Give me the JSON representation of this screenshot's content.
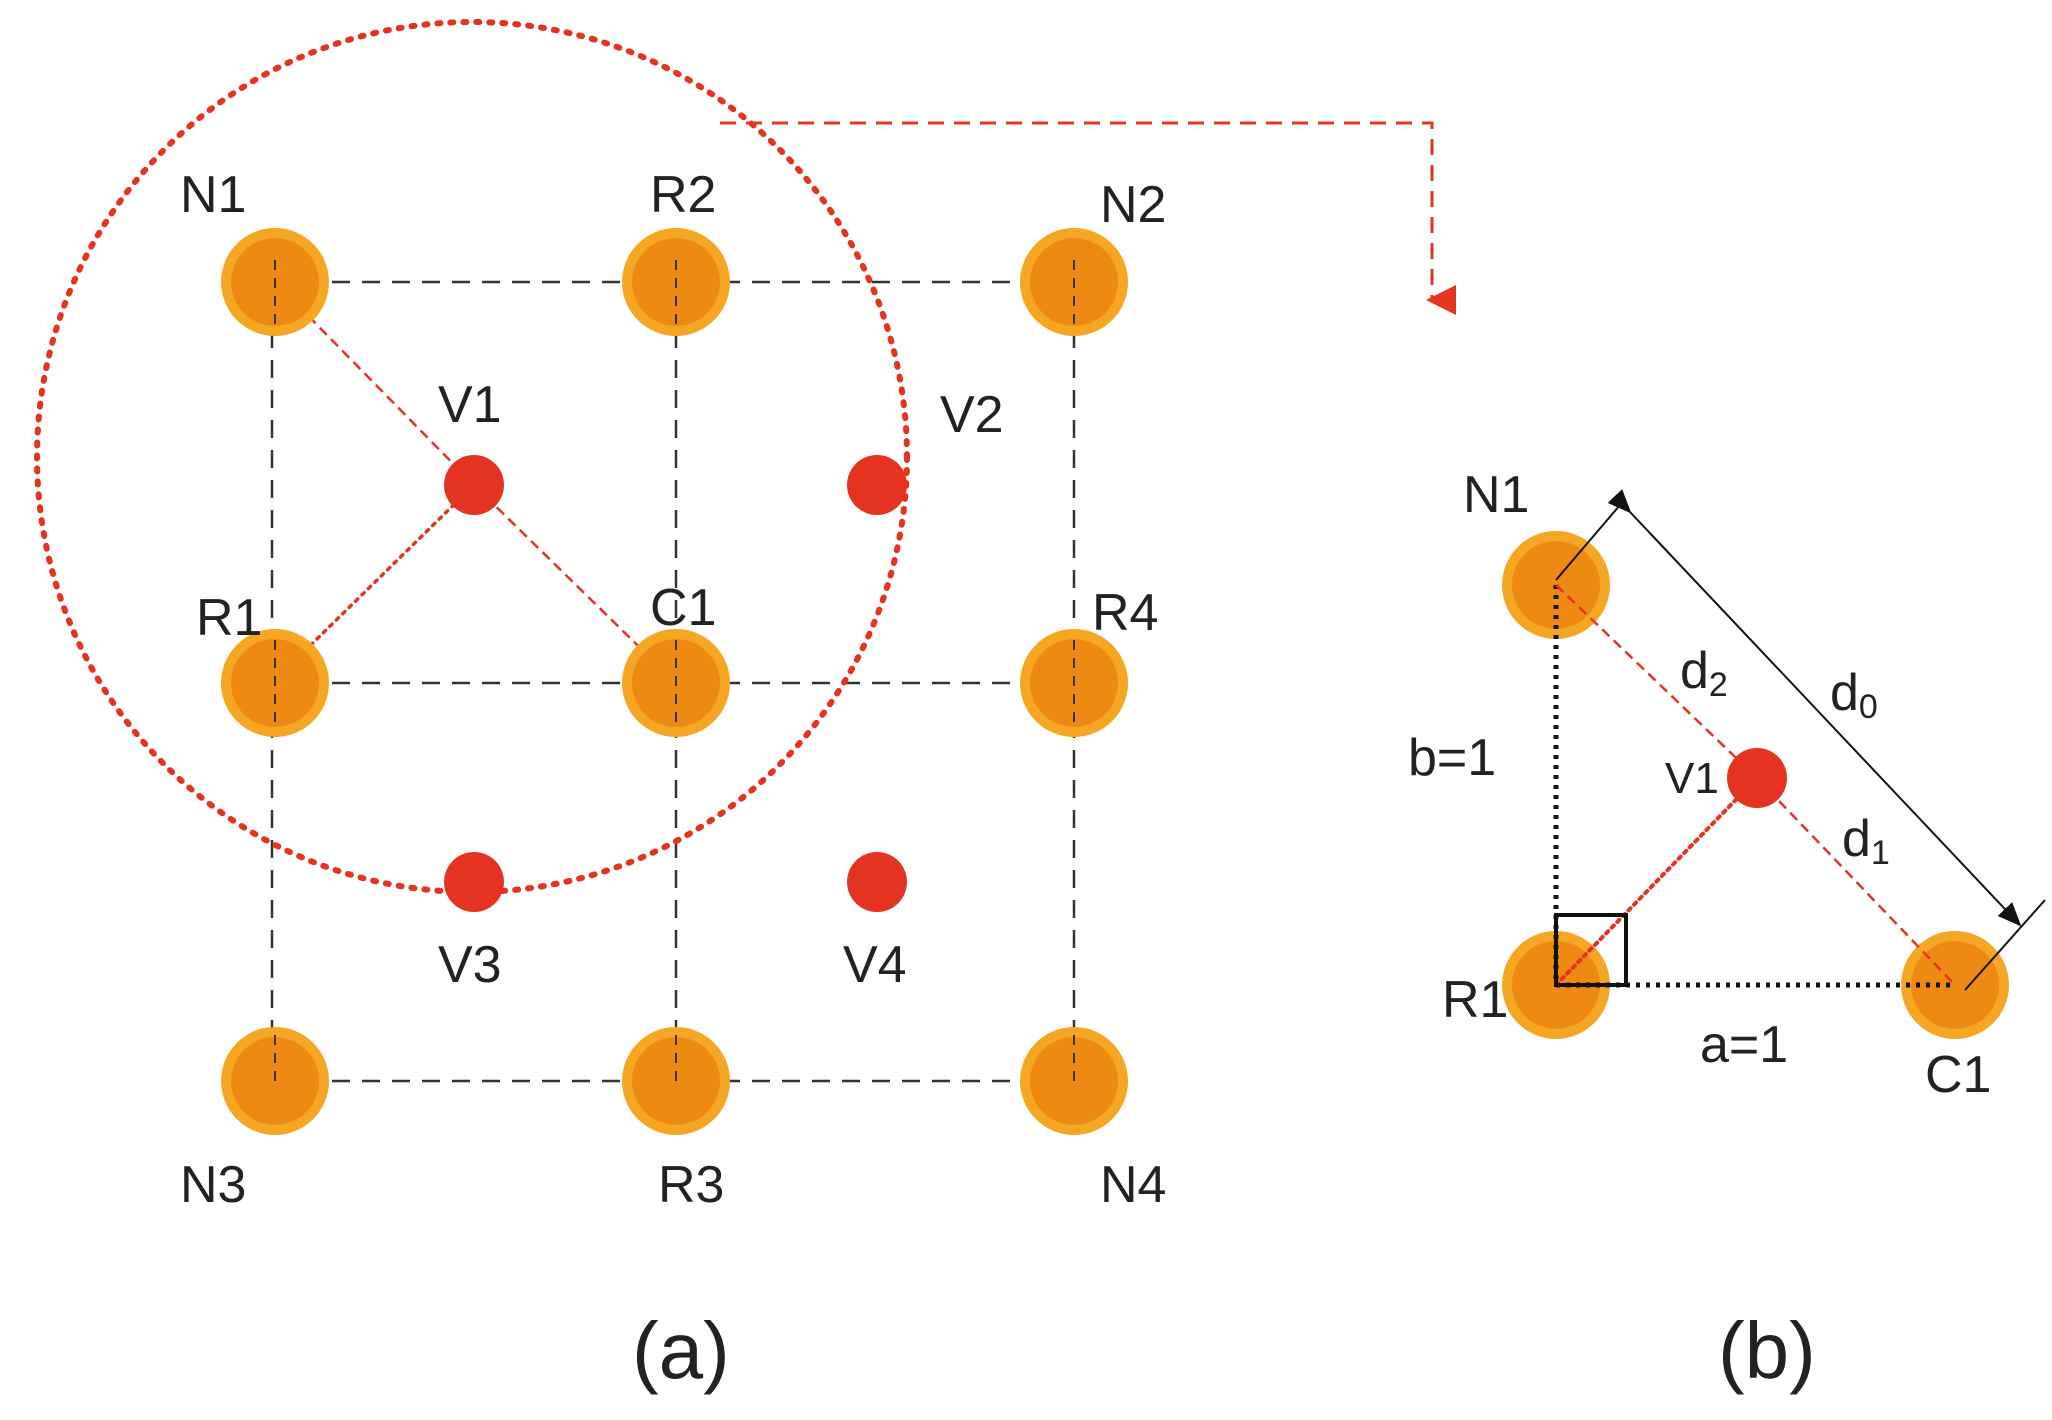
{
  "colors": {
    "node_outer": "#F5A623",
    "node_inner": "#EE8A12",
    "vacancy": "#E53321",
    "grid_line": "#333333",
    "red_dashed": "#E53321",
    "black": "#111111"
  },
  "panel_a": {
    "caption": "(a)",
    "labels": {
      "N1": "N1",
      "R2": "R2",
      "N2": "N2",
      "V1": "V1",
      "V2": "V2",
      "R1": "R1",
      "C1": "C1",
      "R4": "R4",
      "V3": "V3",
      "V4": "V4",
      "N3": "N3",
      "R3": "R3",
      "N4": "N4"
    }
  },
  "panel_b": {
    "caption": "(b)",
    "labels": {
      "N1": "N1",
      "R1": "R1",
      "C1": "C1",
      "V1": "V1",
      "b": "b=1",
      "a": "a=1",
      "d2_main": "d",
      "d2_sub": "2",
      "d1_main": "d",
      "d1_sub": "1",
      "d0_main": "d",
      "d0_sub": "0"
    }
  }
}
